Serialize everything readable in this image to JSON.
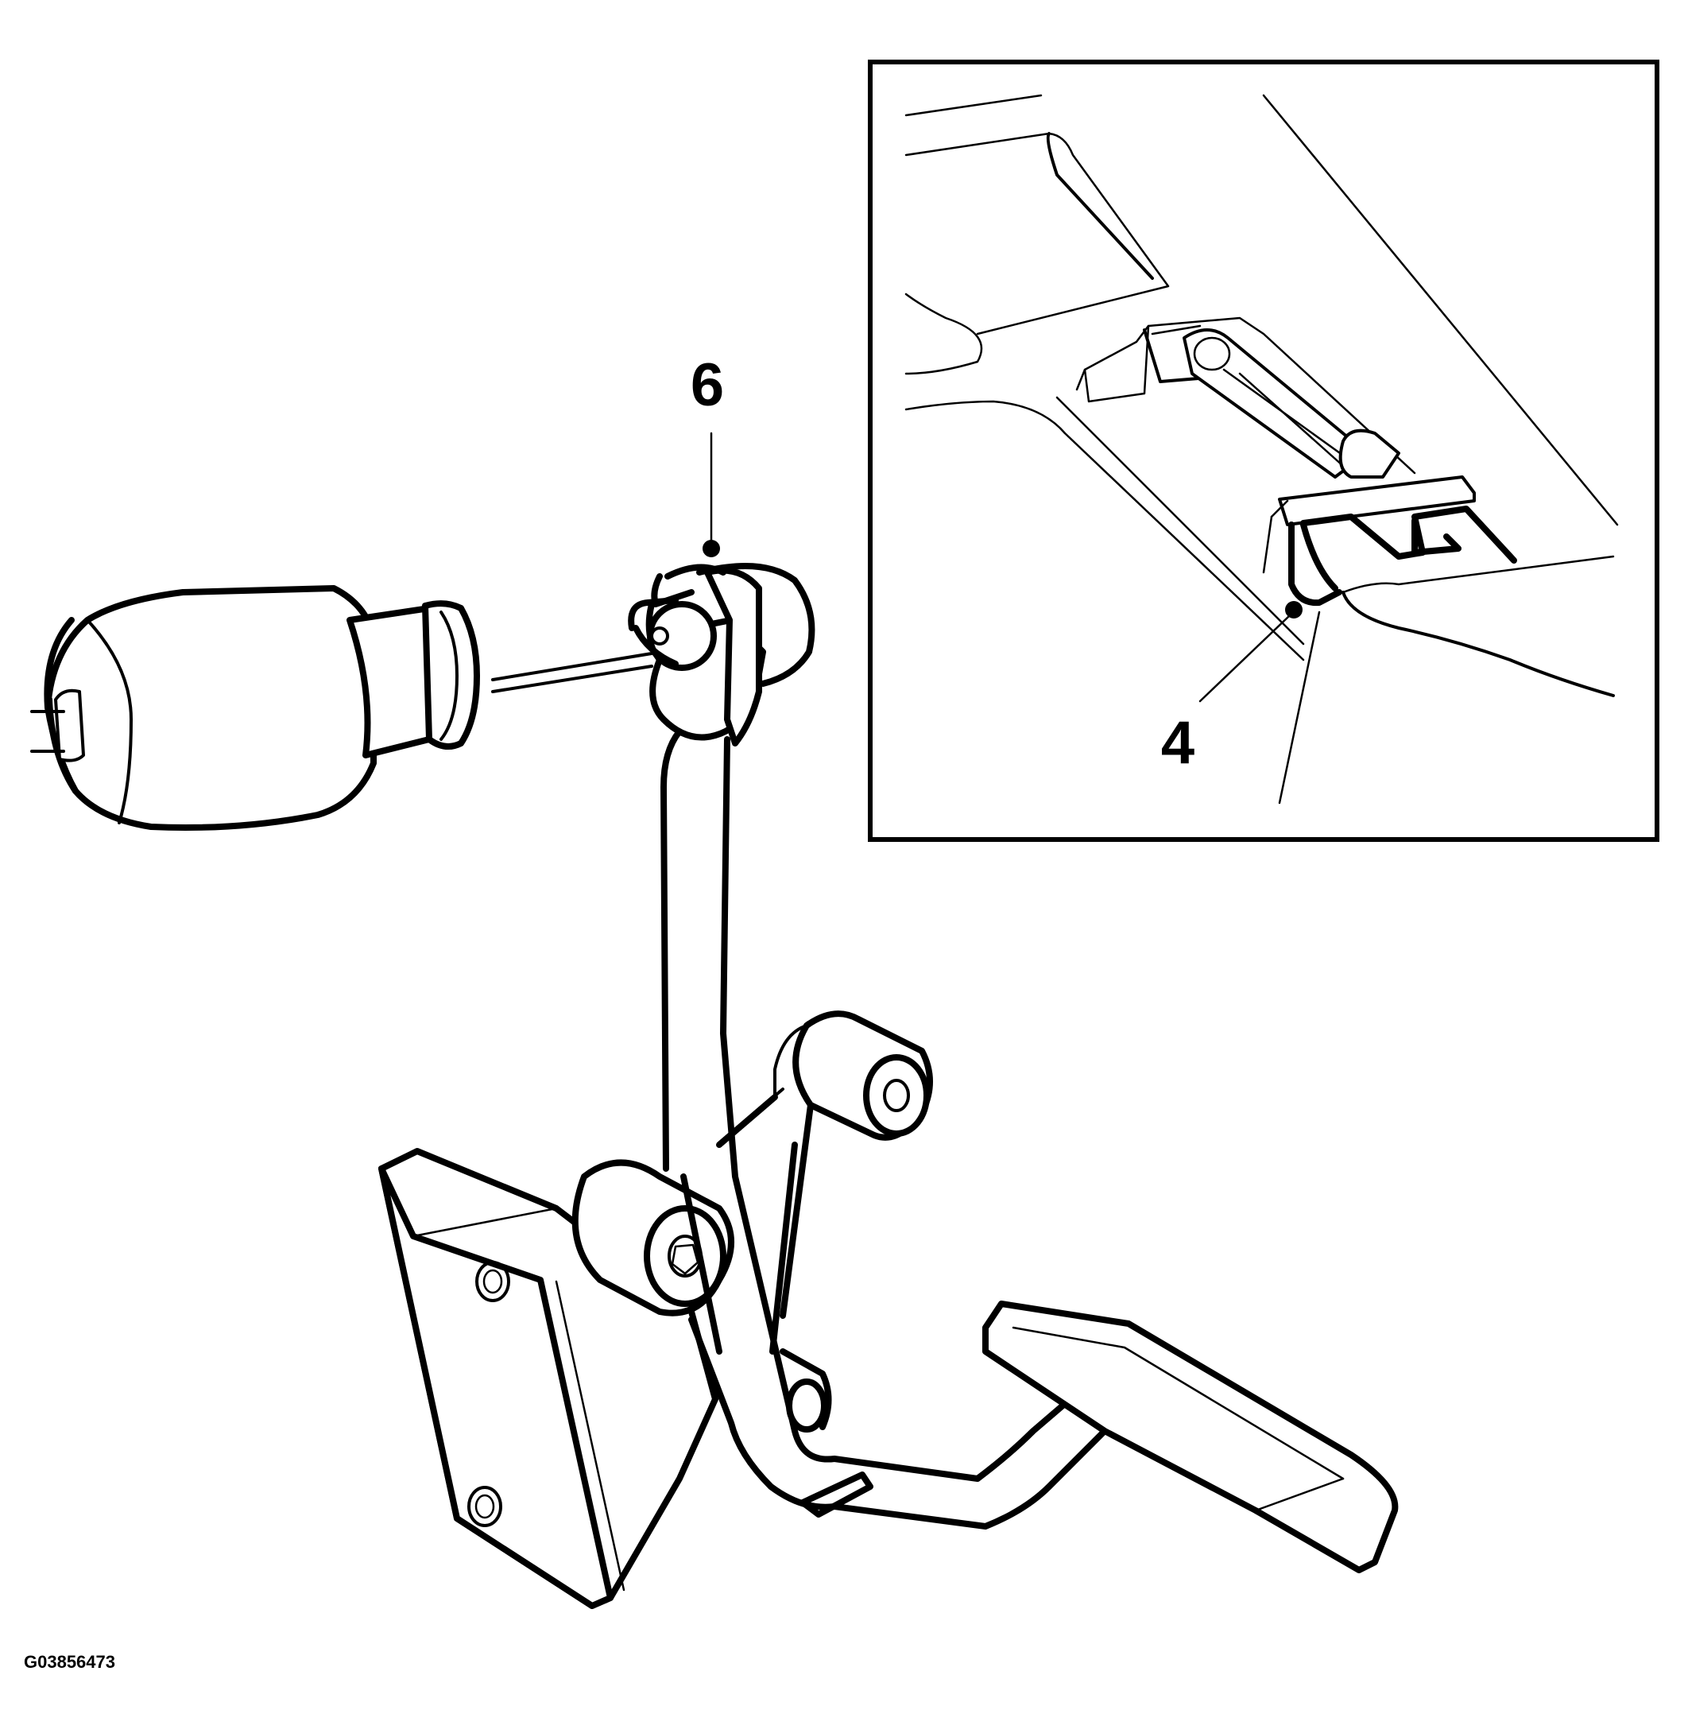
{
  "callouts": [
    {
      "id": "callout-6",
      "label": "6"
    },
    {
      "id": "callout-4",
      "label": "4"
    }
  ],
  "figure_code": "G03856473",
  "colors": {
    "line": "#000000",
    "background": "#ffffff"
  }
}
